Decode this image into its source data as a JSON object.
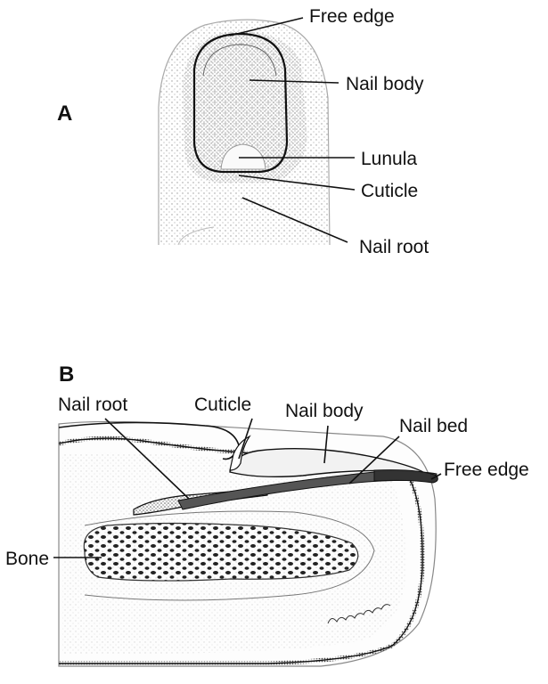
{
  "panel_a": {
    "panel_label": "A",
    "labels": {
      "free_edge": "Free edge",
      "nail_body": "Nail body",
      "lunula": "Lunula",
      "cuticle": "Cuticle",
      "nail_root": "Nail root"
    }
  },
  "panel_b": {
    "panel_label": "B",
    "labels": {
      "nail_root": "Nail root",
      "cuticle": "Cuticle",
      "nail_body": "Nail body",
      "nail_bed": "Nail bed",
      "free_edge": "Free edge",
      "bone": "Bone"
    }
  },
  "colors": {
    "ink": "#111111",
    "stipple": "#8a8a8a",
    "paper": "#ffffff"
  }
}
